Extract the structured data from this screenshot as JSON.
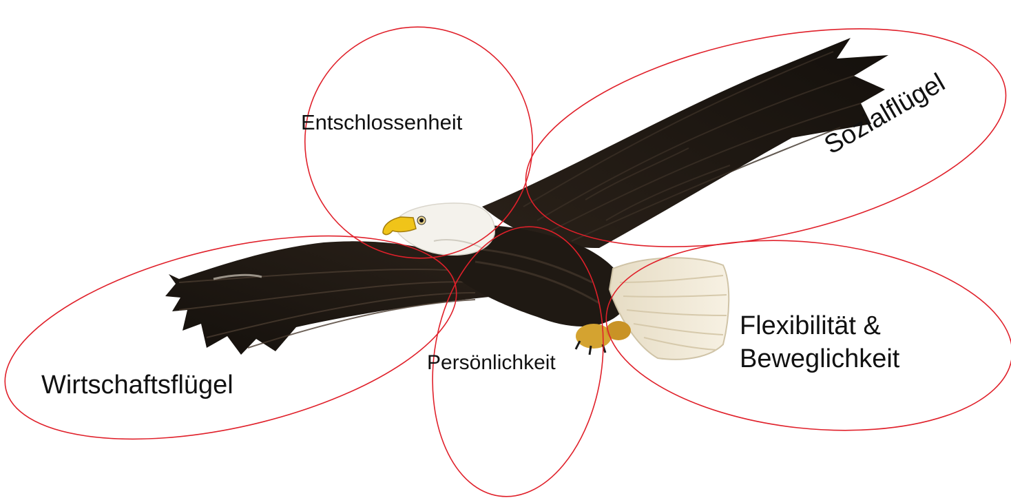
{
  "labels": {
    "entschlossenheit": "Entschlossenheit",
    "sozialfluegel": "Sozialflügel",
    "wirtschaftsfluegel": "Wirtschaftsflügel",
    "persoenlichkeit": "Persönlichkeit",
    "flexibilitaet_line1": "Flexibilität &",
    "flexibilitaet_line2": "Beweglichkeit"
  },
  "colors": {
    "ellipse_stroke": "#e0202a",
    "feather_dark": "#1d1712",
    "feather_mid": "#2f261d",
    "head_white": "#f4f2ec",
    "tail_cream": "#efe6d2",
    "beak_yellow": "#f0c419",
    "talon_yellow": "#d9a520"
  },
  "icons": {
    "center_image": "bald-eagle-illustration"
  }
}
